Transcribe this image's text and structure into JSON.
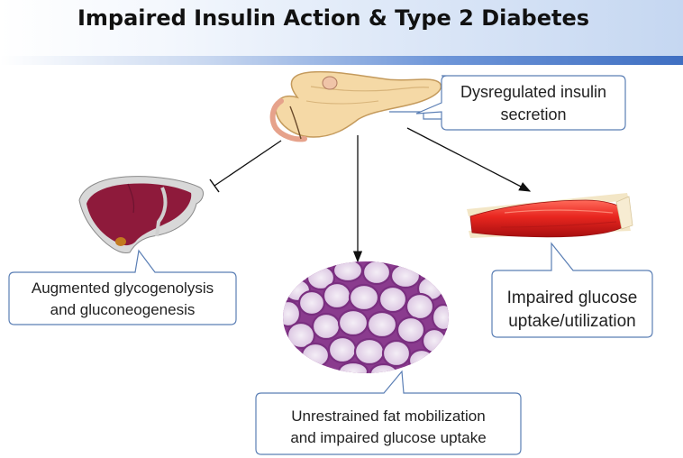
{
  "title": "Impaired Insulin Action & Type 2 Diabetes",
  "nodes": {
    "pancreas": {
      "lines": [
        "Dysregulated insulin",
        "secretion"
      ]
    },
    "liver": {
      "lines": [
        "Augmented glycogenolysis",
        "and gluconeogenesis"
      ]
    },
    "fat": {
      "lines": [
        "Unrestrained fat mobilization",
        "and impaired glucose uptake"
      ]
    },
    "muscle": {
      "lines": [
        "Impaired glucose",
        "uptake/utilization"
      ]
    }
  },
  "colors": {
    "callout_border": "#5b7fb5",
    "liver": "#8e1a3b",
    "muscle": "#e02020",
    "fat_stain": "#9a4a9a",
    "pancreas": "#f3d7a0"
  }
}
